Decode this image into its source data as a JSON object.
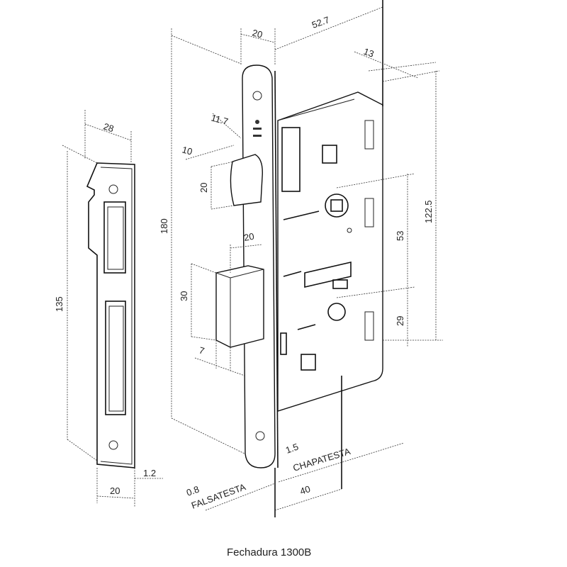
{
  "title": "Fechadura 1300B",
  "dimensions": {
    "backset_width": "20",
    "depth": "52.7",
    "offset_13": "13",
    "strike_width": "28",
    "latch_projection": "11.7",
    "latch_offset": "10",
    "latch_height": "20",
    "total_height": "180",
    "body_height": "122.5",
    "handle_to_key": "53",
    "bolt_projection": "20",
    "bolt_height": "30",
    "key_to_bottom": "29",
    "bolt_offset": "7",
    "strike_height": "135",
    "strike_thickness": "1.2",
    "strike_depth": "20",
    "faceplate_thickness": "0.8",
    "faceplate_label": "FALSATESTA",
    "chapa_thickness": "1.5",
    "chapa_label": "CHAPATESTA",
    "body_width": "40"
  }
}
